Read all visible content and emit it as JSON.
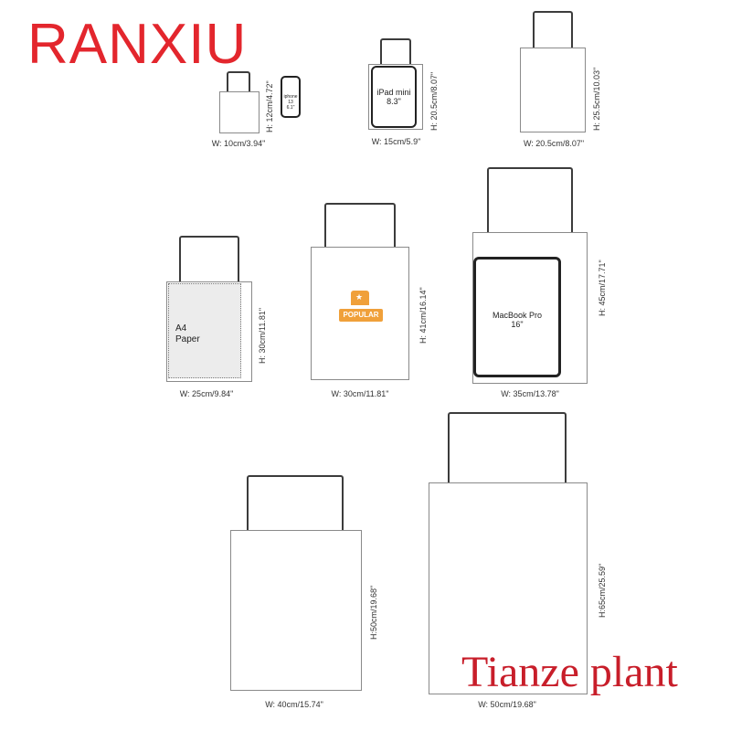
{
  "brand": "RANXIU",
  "watermark": "Tianze plant",
  "bags": [
    {
      "id": "bag-1",
      "width": "W: 10cm/3.94\"",
      "height": "H: 12cm/4.72\""
    },
    {
      "id": "bag-2",
      "width": "W: 15cm/5.9\"",
      "height": "H: 20.5cm/8.07\""
    },
    {
      "id": "bag-3",
      "width": "W: 20.5cm/8.07\"",
      "height": "H: 25.5cm/10.03\""
    },
    {
      "id": "bag-4",
      "width": "W: 25cm/9.84\"",
      "height": "H: 30cm/11.81\""
    },
    {
      "id": "bag-5",
      "width": "W: 30cm/11.81\"",
      "height": "H: 41cm/16.14\""
    },
    {
      "id": "bag-6",
      "width": "W: 35cm/13.78\"",
      "height": "H: 45cm/17.71\""
    },
    {
      "id": "bag-7",
      "width": "W: 40cm/15.74\"",
      "height": "H:50cm/19.68\""
    },
    {
      "id": "bag-8",
      "width": "W: 50cm/19.68\"",
      "height": "H:65cm/25.59\""
    }
  ],
  "devices": {
    "iphone": {
      "line1": "iphone",
      "line2": "13",
      "line3": "6.1\""
    },
    "ipad": {
      "line1": "iPad mini",
      "line2": "8.3\""
    },
    "macbook": {
      "line1": "MacBook Pro",
      "line2": "16\""
    },
    "paper": {
      "line1": "A4",
      "line2": "Paper"
    }
  },
  "badge": {
    "label": "POPULAR"
  }
}
